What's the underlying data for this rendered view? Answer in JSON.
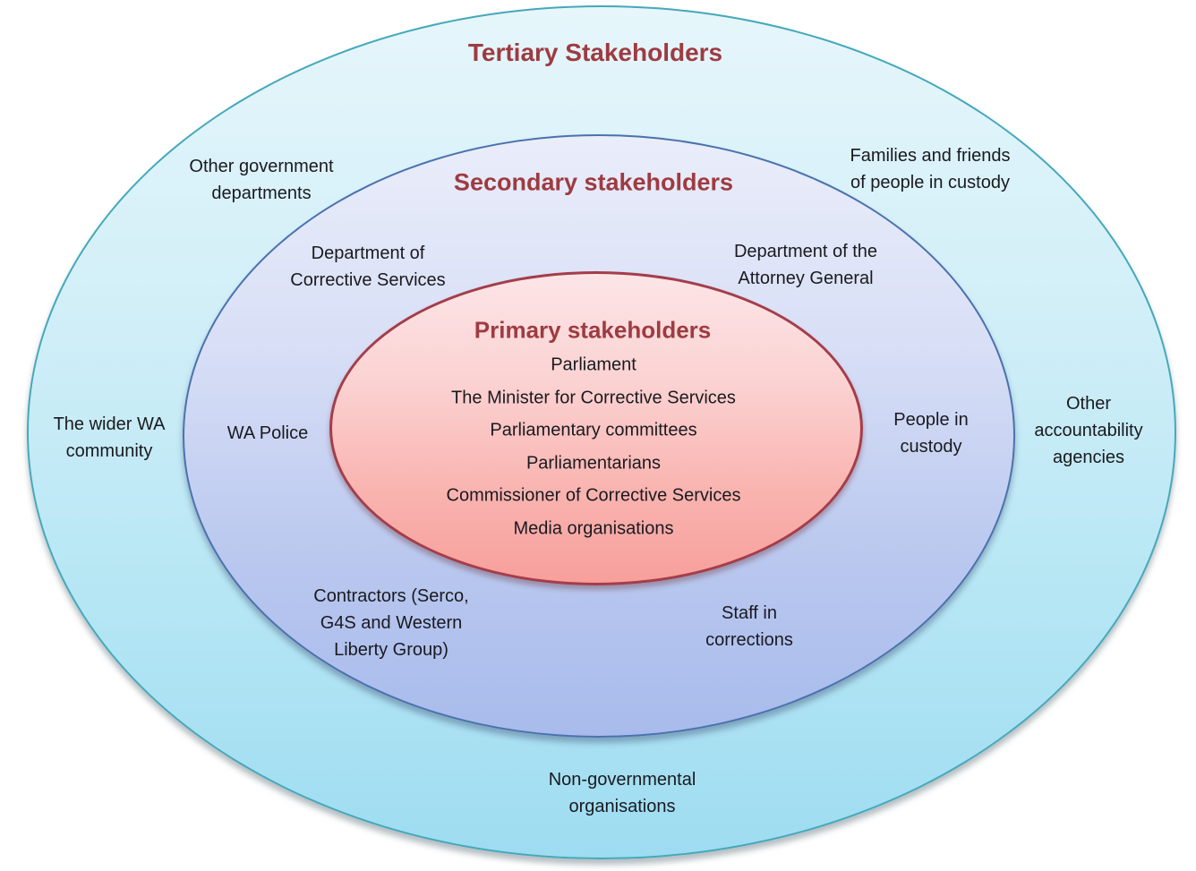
{
  "tertiary": {
    "title": "Tertiary Stakeholders",
    "labels": {
      "other_government_departments": "Other government\ndepartments",
      "families_and_friends": "Families and friends\nof people in custody",
      "wider_wa_community": "The wider WA\ncommunity",
      "other_accountability_agencies": "Other\naccountability\nagencies",
      "non_governmental_organisations": "Non-governmental\norganisations"
    }
  },
  "secondary": {
    "title": "Secondary stakeholders",
    "labels": {
      "department_of_corrective_services": "Department of\nCorrective Services",
      "department_of_the_attorney_general": "Department of the\nAttorney General",
      "wa_police": "WA Police",
      "people_in_custody": "People in\ncustody",
      "contractors": "Contractors (Serco,\nG4S and Western\nLiberty Group)",
      "staff_in_corrections": "Staff in\ncorrections"
    }
  },
  "primary": {
    "title": "Primary stakeholders",
    "items": [
      "Parliament",
      "The Minister for Corrective Services",
      "Parliamentary committees",
      "Parliamentarians",
      "Commissioner of Corrective Services",
      "Media organisations"
    ]
  },
  "colors": {
    "heading_text": "#9e3b41",
    "body_text": "#1a1a1f",
    "tertiary_fill_top": "#e6f6fb",
    "tertiary_fill_bottom": "#9edcf1",
    "tertiary_border": "#45a8bb",
    "secondary_fill_top": "#eaedfa",
    "secondary_fill_bottom": "#a8bbec",
    "secondary_border": "#4a72ad",
    "primary_fill_top": "#fce5e7",
    "primary_fill_bottom": "#f79f9b",
    "primary_border": "#a43d4a"
  }
}
